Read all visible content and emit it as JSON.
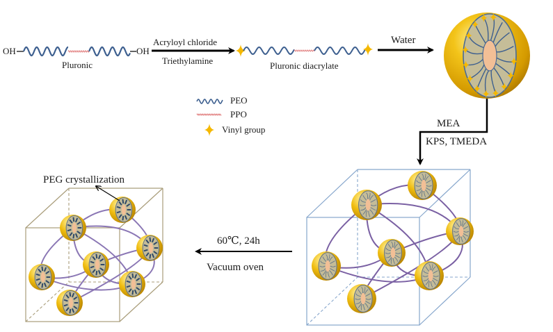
{
  "title": "Synthesis scheme of Pluronic diacrylate micelle hydrogel with PEG crystallization",
  "colors": {
    "peo": "#3d5f8f",
    "ppo": "#e07a7a",
    "vinyl": "#f5b800",
    "shell_gold": "#e6b400",
    "core_fill": "#c4bc98",
    "core_center": "#f2bf96",
    "crosslink": "#7a60a3",
    "hydrogel_box": "#7fa3cc",
    "dried_box": "#a89c78",
    "arrow": "#000000"
  },
  "step1": {
    "start_group_left": "OH",
    "start_group_right": "OH",
    "molecule_label": "Pluronic",
    "reagent_top": "Acryloyl chloride",
    "reagent_bottom": "Triethylamine",
    "product_label": "Pluronic diacrylate"
  },
  "step2": {
    "reagent": "Water"
  },
  "step3": {
    "reagent_top": "MEA",
    "reagent_bottom": "KPS, TMEDA"
  },
  "step4": {
    "condition_top": "60℃, 24h",
    "condition_bottom": "Vacuum oven"
  },
  "legend": {
    "items": [
      {
        "key": "peo",
        "label": "PEO",
        "icon": "wave-line"
      },
      {
        "key": "ppo",
        "label": "PPO",
        "icon": "fine-wave-line"
      },
      {
        "key": "vinyl",
        "label": "Vinyl group",
        "icon": "four-point-star"
      }
    ]
  },
  "annotation": {
    "label": "PEG crystallization"
  },
  "hydrogel": {
    "micelle_count": 7
  },
  "dried_gel": {
    "micelle_count": 7
  }
}
